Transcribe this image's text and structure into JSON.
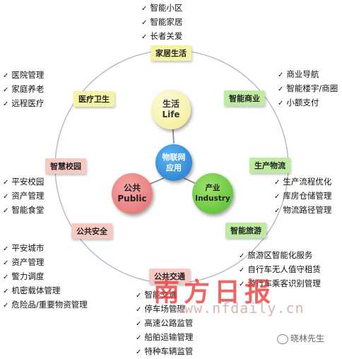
{
  "center": {
    "label": "物联网应用"
  },
  "nodes": {
    "life": {
      "cn": "生活",
      "en": "Life"
    },
    "public": {
      "cn": "公共",
      "en": "Public"
    },
    "industry": {
      "cn": "产业",
      "en": "Industry"
    }
  },
  "categories": [
    {
      "id": "home",
      "label": "家居生活",
      "color": "#f7f3a4",
      "items": [
        "智能小区",
        "智能家居",
        "长者关爱"
      ]
    },
    {
      "id": "medical",
      "label": "医疗卫生",
      "color": "#f7f3a4",
      "items": [
        "医院管理",
        "家庭养老",
        "远程医疗"
      ]
    },
    {
      "id": "commerce",
      "label": "智能商业",
      "color": "#bfeaa2",
      "items": [
        "商业导航",
        "智能楼宇/商圈",
        "小额支付"
      ]
    },
    {
      "id": "campus",
      "label": "智慧校园",
      "color": "#f6c9c2",
      "items": [
        "平安校园",
        "资产管理",
        "智能食堂"
      ]
    },
    {
      "id": "logistics",
      "label": "生产物流",
      "color": "#bfeaa2",
      "items": [
        "生产流程优化",
        "库房仓储管理",
        "物流路径管理"
      ]
    },
    {
      "id": "safety",
      "label": "公共安全",
      "color": "#f6c9c2",
      "items": [
        "平安城市",
        "资产管理",
        "警力调度",
        "机密载体管理",
        "危险品/重要物资管理"
      ]
    },
    {
      "id": "tourism",
      "label": "智能旅游",
      "color": "#bfeaa2",
      "items": [
        "旅游区智能化服务",
        "自行车无人值守租赁",
        "游行车乘客识别管理"
      ]
    },
    {
      "id": "traffic",
      "label": "公共交通",
      "color": "#f6c9c2",
      "items": [
        "智能交通",
        "停车场管理",
        "高速公路监管",
        "船舶运输管理",
        "特种车辆监管"
      ]
    }
  ],
  "watermark": {
    "paper": "南方日报",
    "site": "www.nfdaily.cn",
    "account": "晓林先生"
  }
}
